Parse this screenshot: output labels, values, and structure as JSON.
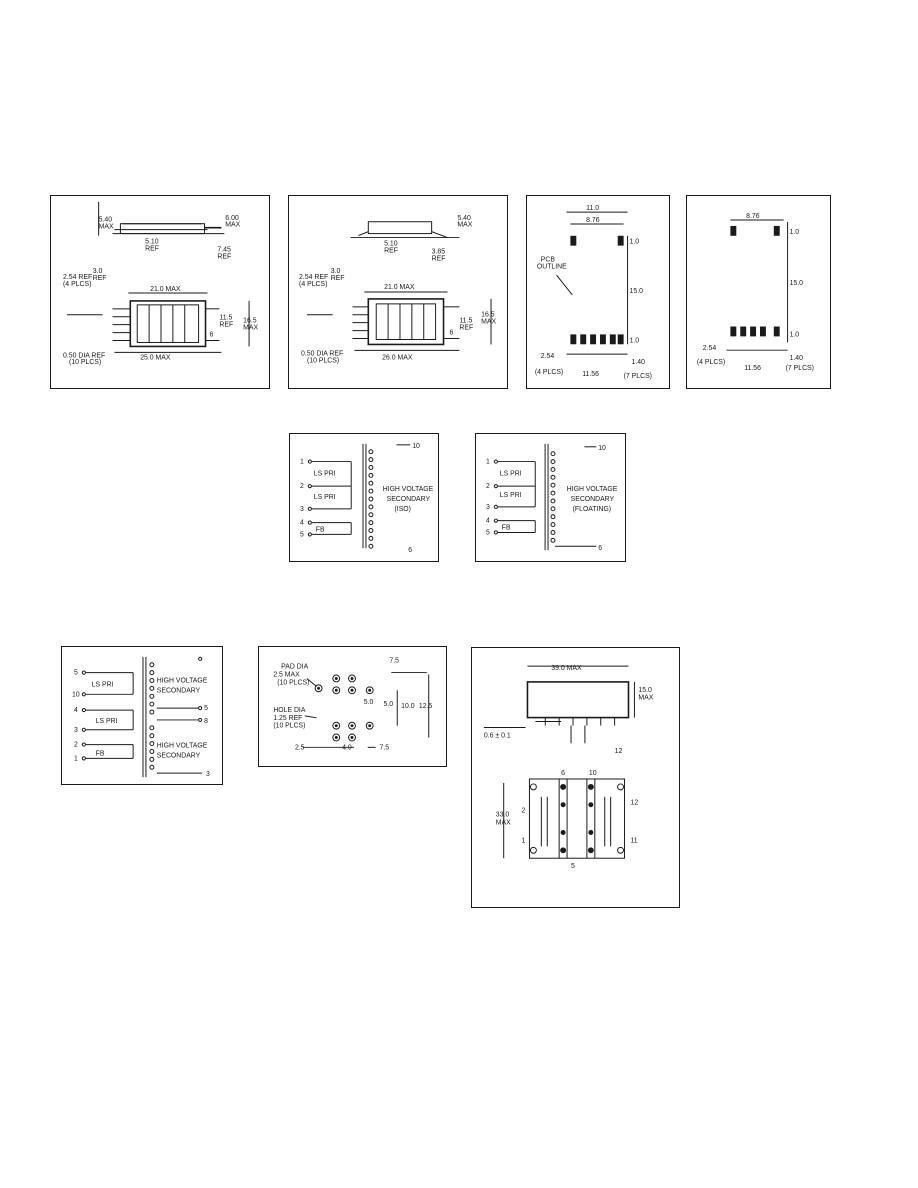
{
  "panel1": {
    "side_height": "5.40",
    "side_height_sub": "MAX",
    "side_top": "6.00",
    "side_top_sub": "MAX",
    "side_ref": "5.10",
    "side_ref_sub": "REF",
    "side_pin": "7.45",
    "side_pin_sub": "REF",
    "pitch": "2.54 REF",
    "pitch_sub": "(4 PLCS)",
    "lead_ref": "3.0",
    "lead_ref_sub": "REF",
    "width_top": "21.0 MAX",
    "h_ref": "11.5",
    "h_ref_sub": "REF",
    "h_max": "16.5",
    "h_max_sub": "MAX",
    "pin_num": "6",
    "width_bottom": "25.0 MAX",
    "pin_dia": "0.50 DIA REF",
    "pin_dia_sub": "(10 PLCS)"
  },
  "panel2": {
    "side_top": "5.40",
    "side_top_sub": "MAX",
    "side_ref": "5.10",
    "side_ref_sub": "REF",
    "side_pin": "3.85",
    "side_pin_sub": "REF",
    "pitch": "2.54 REF",
    "pitch_sub": "(4 PLCS)",
    "lead_ref": "3.0",
    "lead_ref_sub": "REF",
    "width_top": "21.0 MAX",
    "h_ref": "11.5",
    "h_ref_sub": "REF",
    "h_max": "16.5",
    "h_max_sub": "MAX",
    "pin_num": "6",
    "width_bottom": "26.0 MAX",
    "pin_dia": "0.50 DIA REF",
    "pin_dia_sub": "(10 PLCS)"
  },
  "panel3": {
    "top_dim": "11.0",
    "inner_dim": "8.76",
    "pcb_label": "PCB",
    "pcb_label_sub": "OUTLINE",
    "right_top": "1.0",
    "right_mid": "15.0",
    "right_bot": "1.0",
    "pitch": "2.54",
    "pitch_sub": "(4 PLCS)",
    "bottom_dim": "11.56",
    "hole": "1.40",
    "hole_sub": "(7 PLCS)"
  },
  "panel4": {
    "top_dim": "8.76",
    "right_top": "1.0",
    "right_mid": "15.0",
    "right_bot": "1.0",
    "pitch": "2.54",
    "pitch_sub": "(4 PLCS)",
    "bottom_dim": "11.56",
    "hole": "1.40",
    "hole_sub": "(7 PLCS)"
  },
  "schematic1": {
    "pin_top": "10",
    "pins": [
      "1",
      "2",
      "3",
      "4",
      "5"
    ],
    "ls1": "LS PRI",
    "ls2": "LS PRI",
    "fb": "FB",
    "sec_line1": "HIGH VOLTAGE",
    "sec_line2": "SECONDARY",
    "sec_line3": "(ISO)",
    "pin_bot": "6"
  },
  "schematic2": {
    "pin_top": "10",
    "pins": [
      "1",
      "2",
      "3",
      "4",
      "5"
    ],
    "ls1": "LS PRI",
    "ls2": "LS PRI",
    "fb": "FB",
    "sec_line1": "HIGH VOLTAGE",
    "sec_line2": "SECONDARY",
    "sec_line3": "(FLOATING)",
    "pin_bot": "6"
  },
  "schematic3": {
    "pins_left": [
      "5",
      "10",
      "4",
      "3",
      "2",
      "1"
    ],
    "ls1": "LS PRI",
    "ls2": "LS PRI",
    "fb": "FB",
    "sec1_line1": "HIGH VOLTAGE",
    "sec1_line2": "SECONDARY",
    "sec2_line1": "HIGH VOLTAGE",
    "sec2_line2": "SECONDARY",
    "pins_right": [
      "5",
      "8",
      "3"
    ]
  },
  "footprint": {
    "pad1": "PAD DIA",
    "pad1_b": "2.5 MAX",
    "pad1_c": "(10 PLCS)",
    "pad2": "HOLE DIA",
    "pad2_b": "1.25 REF",
    "pad2_c": "(10 PLCS)",
    "d_top": "7.5",
    "d_mid1": "5.0",
    "d_mid2": "10.0",
    "d_right": "12.5",
    "d_bot1": "2.5",
    "d_bot2": "7.5",
    "d_small": "4.0"
  },
  "outline": {
    "top_width": "39.0 MAX",
    "right_h": "15.0",
    "right_h_sub": "MAX",
    "left_dim": "0.6 ± 0.1",
    "pins_top": [
      "6",
      "10"
    ],
    "left_h": "33.0",
    "left_h_sub": "MAX",
    "pin_left": "2",
    "pin_right": "12",
    "pin_left_b": "1",
    "pin_right_b": "11",
    "pin_mid": "5"
  }
}
